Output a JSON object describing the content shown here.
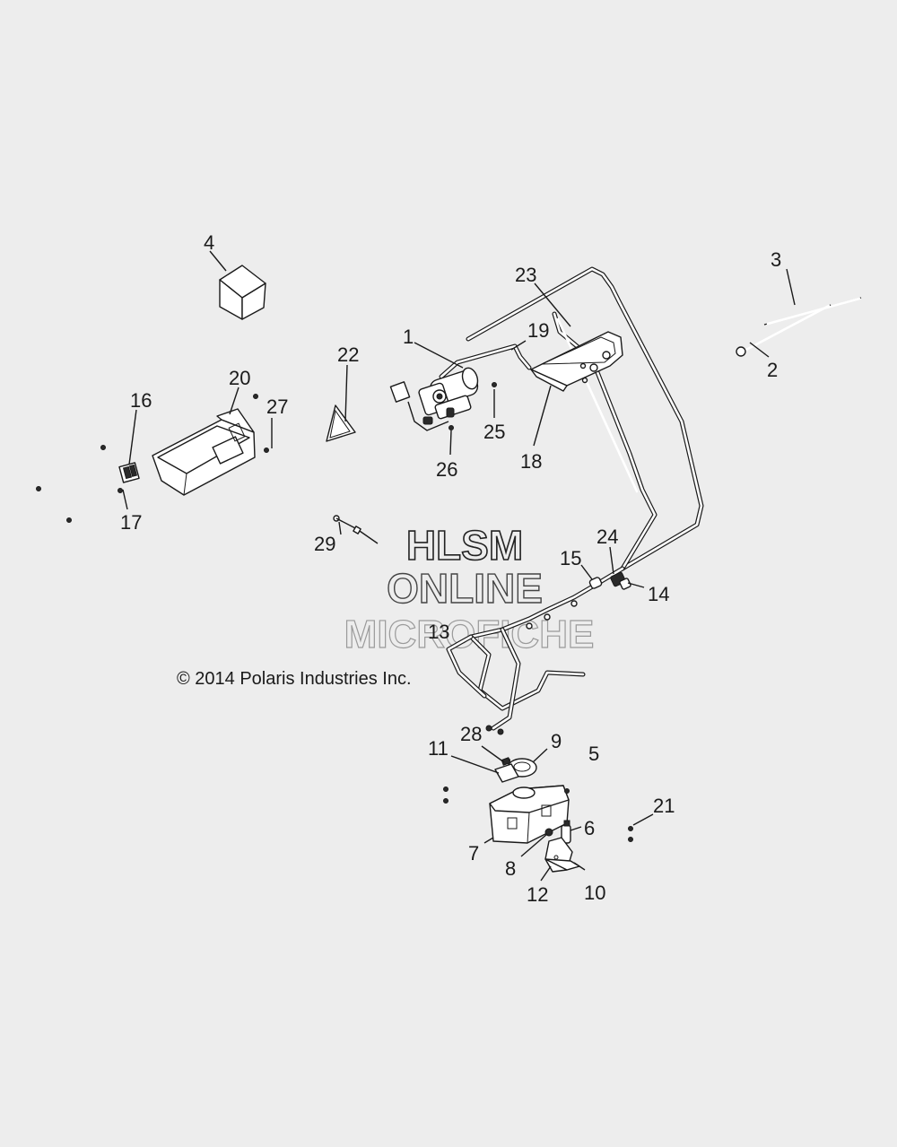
{
  "callouts": [
    "1",
    "2",
    "3",
    "4",
    "5",
    "6",
    "7",
    "8",
    "9",
    "10",
    "11",
    "12",
    "13",
    "14",
    "15",
    "16",
    "17",
    "18",
    "19",
    "20",
    "21",
    "22",
    "23",
    "24",
    "25",
    "26",
    "27",
    "28",
    "29"
  ],
  "watermark": {
    "line1": "HLSM",
    "line2": "ONLINE",
    "line3": "MICROFICHE"
  },
  "copyright": "© 2014 Polaris Industries Inc.",
  "colors": {
    "background": "#ededed",
    "ink": "#1a1a1a",
    "watermark_light": "#9a9a9a"
  }
}
